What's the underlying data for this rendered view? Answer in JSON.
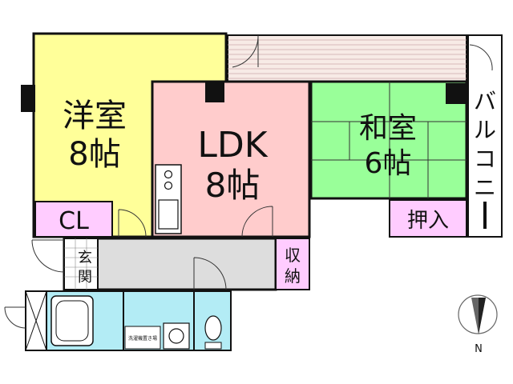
{
  "rooms": {
    "western": {
      "name": "洋室",
      "size": "8帖"
    },
    "ldk": {
      "name": "LDK",
      "size": "8帖"
    },
    "japanese": {
      "name": "和室",
      "size": "6帖"
    },
    "closet": {
      "label": "CL"
    },
    "oshiire": {
      "label": "押入"
    },
    "entrance": {
      "line1": "玄",
      "line2": "関"
    },
    "storage": {
      "line1": "収",
      "line2": "納"
    },
    "balcony": {
      "chars": [
        "バ",
        "ル",
        "コ",
        "ニ",
        "ー"
      ]
    },
    "washer": {
      "label": "洗濯機置き場"
    }
  },
  "compass": {
    "label": "N"
  },
  "colors": {
    "western": "#ffff99",
    "ldk": "#ffcccc",
    "japanese": "#99ff99",
    "closet": "#ffccff",
    "corridor": "#dddddd",
    "bath": "#b3ecf5",
    "balcony_deck": "#f7ebe6",
    "wall": "#111111"
  }
}
